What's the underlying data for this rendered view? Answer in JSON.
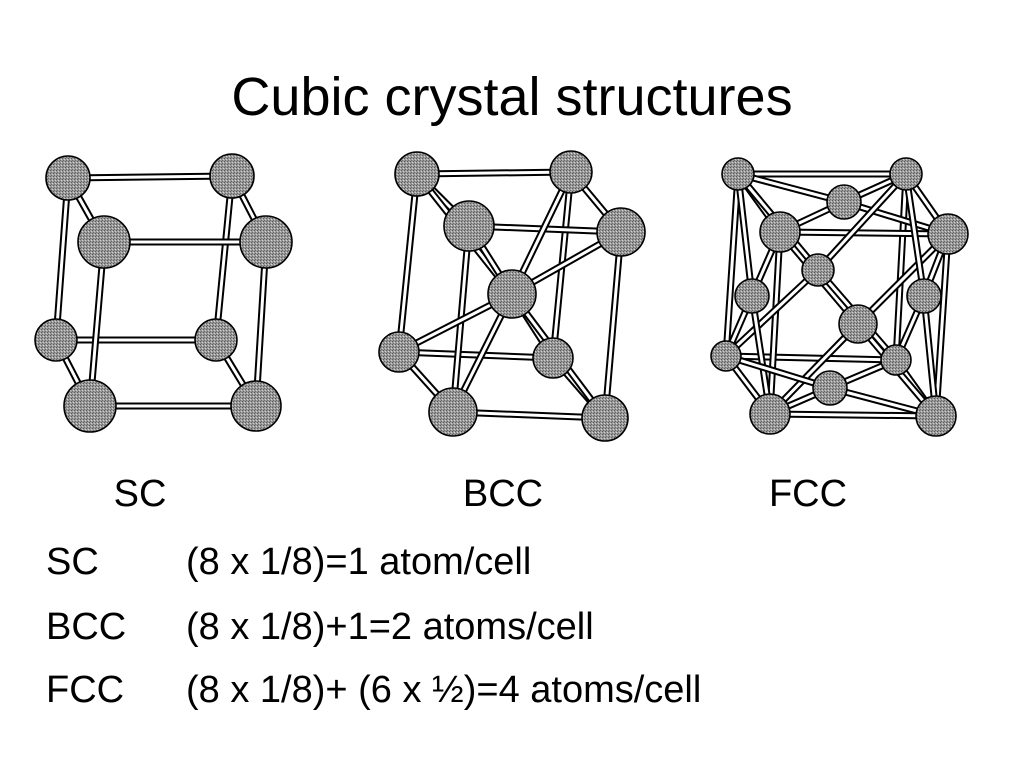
{
  "title": "Cubic crystal structures",
  "structures": [
    {
      "label": "SC"
    },
    {
      "label": "BCC"
    },
    {
      "label": "FCC"
    }
  ],
  "rows": [
    {
      "name": "SC",
      "formula": "(8 x 1/8)=1 atom/cell"
    },
    {
      "name": "BCC",
      "formula": "(8 x 1/8)+1=2 atoms/cell"
    },
    {
      "name": "FCC",
      "formula": "(8 x 1/8)+ (6 x ½)=4 atoms/cell"
    }
  ]
}
